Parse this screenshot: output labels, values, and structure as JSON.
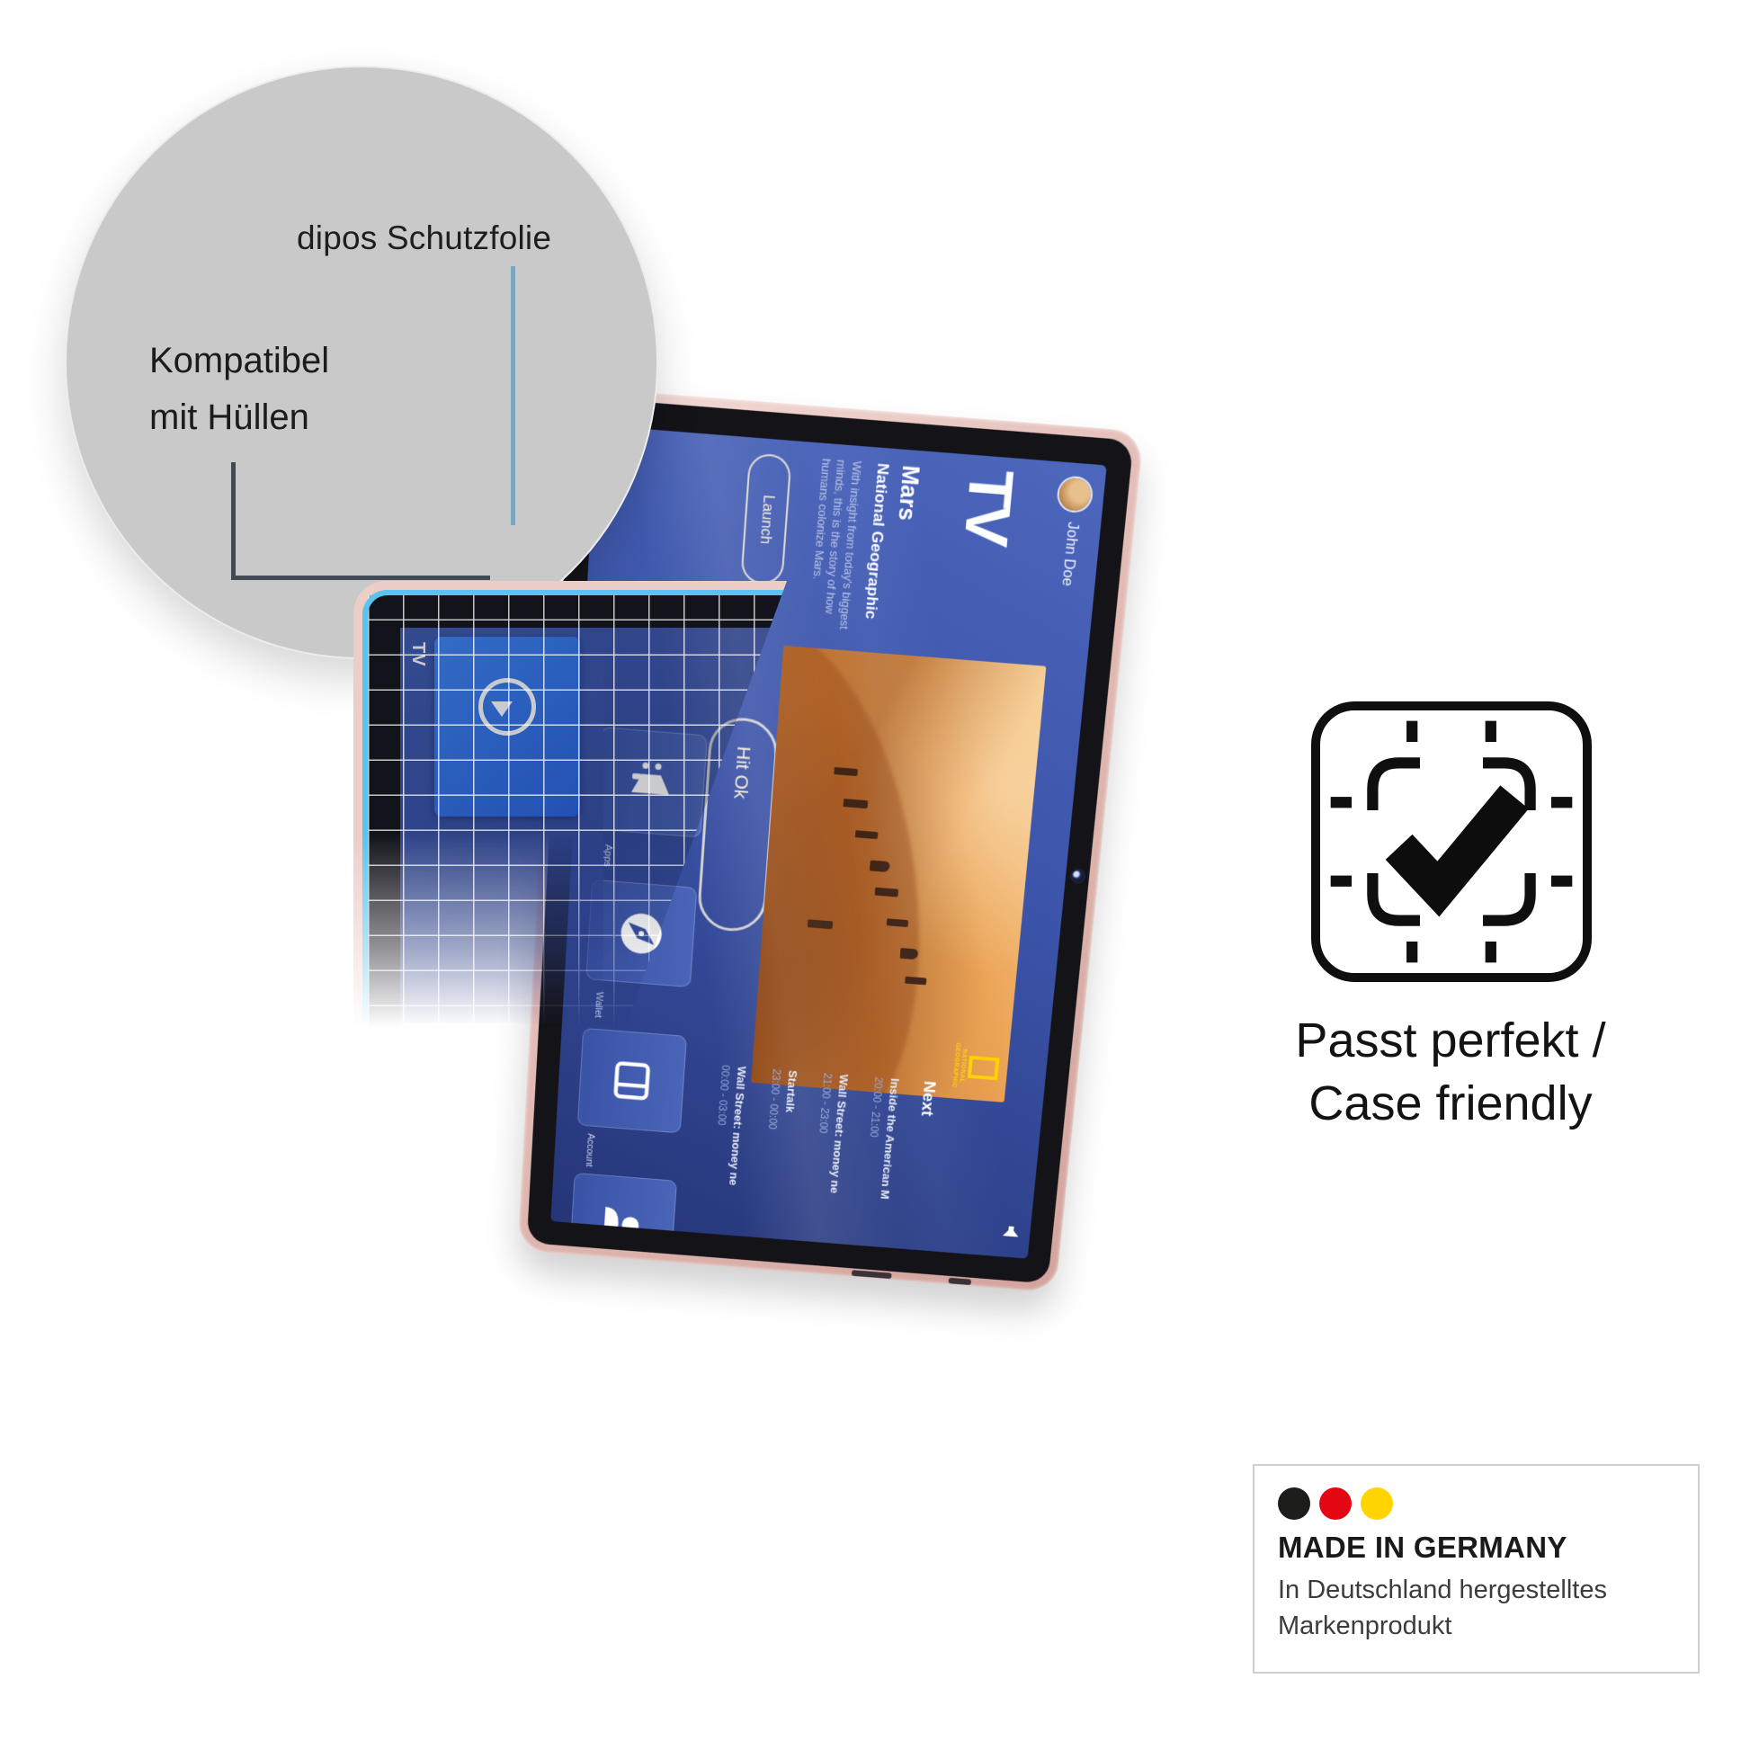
{
  "annotation": {
    "product_label": "dipos Schutzfolie",
    "case_compat_line1": "Kompatibel",
    "case_compat_line2": "mit Hüllen"
  },
  "tablet": {
    "app": {
      "user_name": "John Doe",
      "logo": "TV",
      "featured": {
        "title": "Mars",
        "network": "National Geographic",
        "description": "With insight from today's biggest minds, this is the story of how humans colonize Mars.",
        "launch_label": "Launch",
        "hit_ok_label": "Hit Ok"
      },
      "thumbnail_badge": {
        "line1": "NATIONAL",
        "line2": "GEOGRAPHIC"
      },
      "next": {
        "heading": "Next",
        "items": [
          {
            "title": "Inside the American M",
            "time": "20:00 - 21:00"
          },
          {
            "title": "Wall Street: money ne",
            "time": "21:00 - 23:00"
          },
          {
            "title": "Startalk",
            "time": "23:00 - 00:00"
          },
          {
            "title": "Wall Street: money ne",
            "time": "00:00 - 03:00"
          }
        ]
      },
      "dock": {
        "label_apps": "Apps",
        "label_wallet": "Wallet",
        "label_account": "Account"
      }
    },
    "film": {
      "logo": "TV"
    }
  },
  "fit_badge": {
    "line1": "Passt perfekt /",
    "line2": "Case friendly"
  },
  "made_in_germany": {
    "title": "MADE IN GERMANY",
    "line1": "In Deutschland hergestelltes",
    "line2": "Markenprodukt",
    "flag_colors": [
      "#1d1d1b",
      "#e30613",
      "#ffd400"
    ]
  }
}
